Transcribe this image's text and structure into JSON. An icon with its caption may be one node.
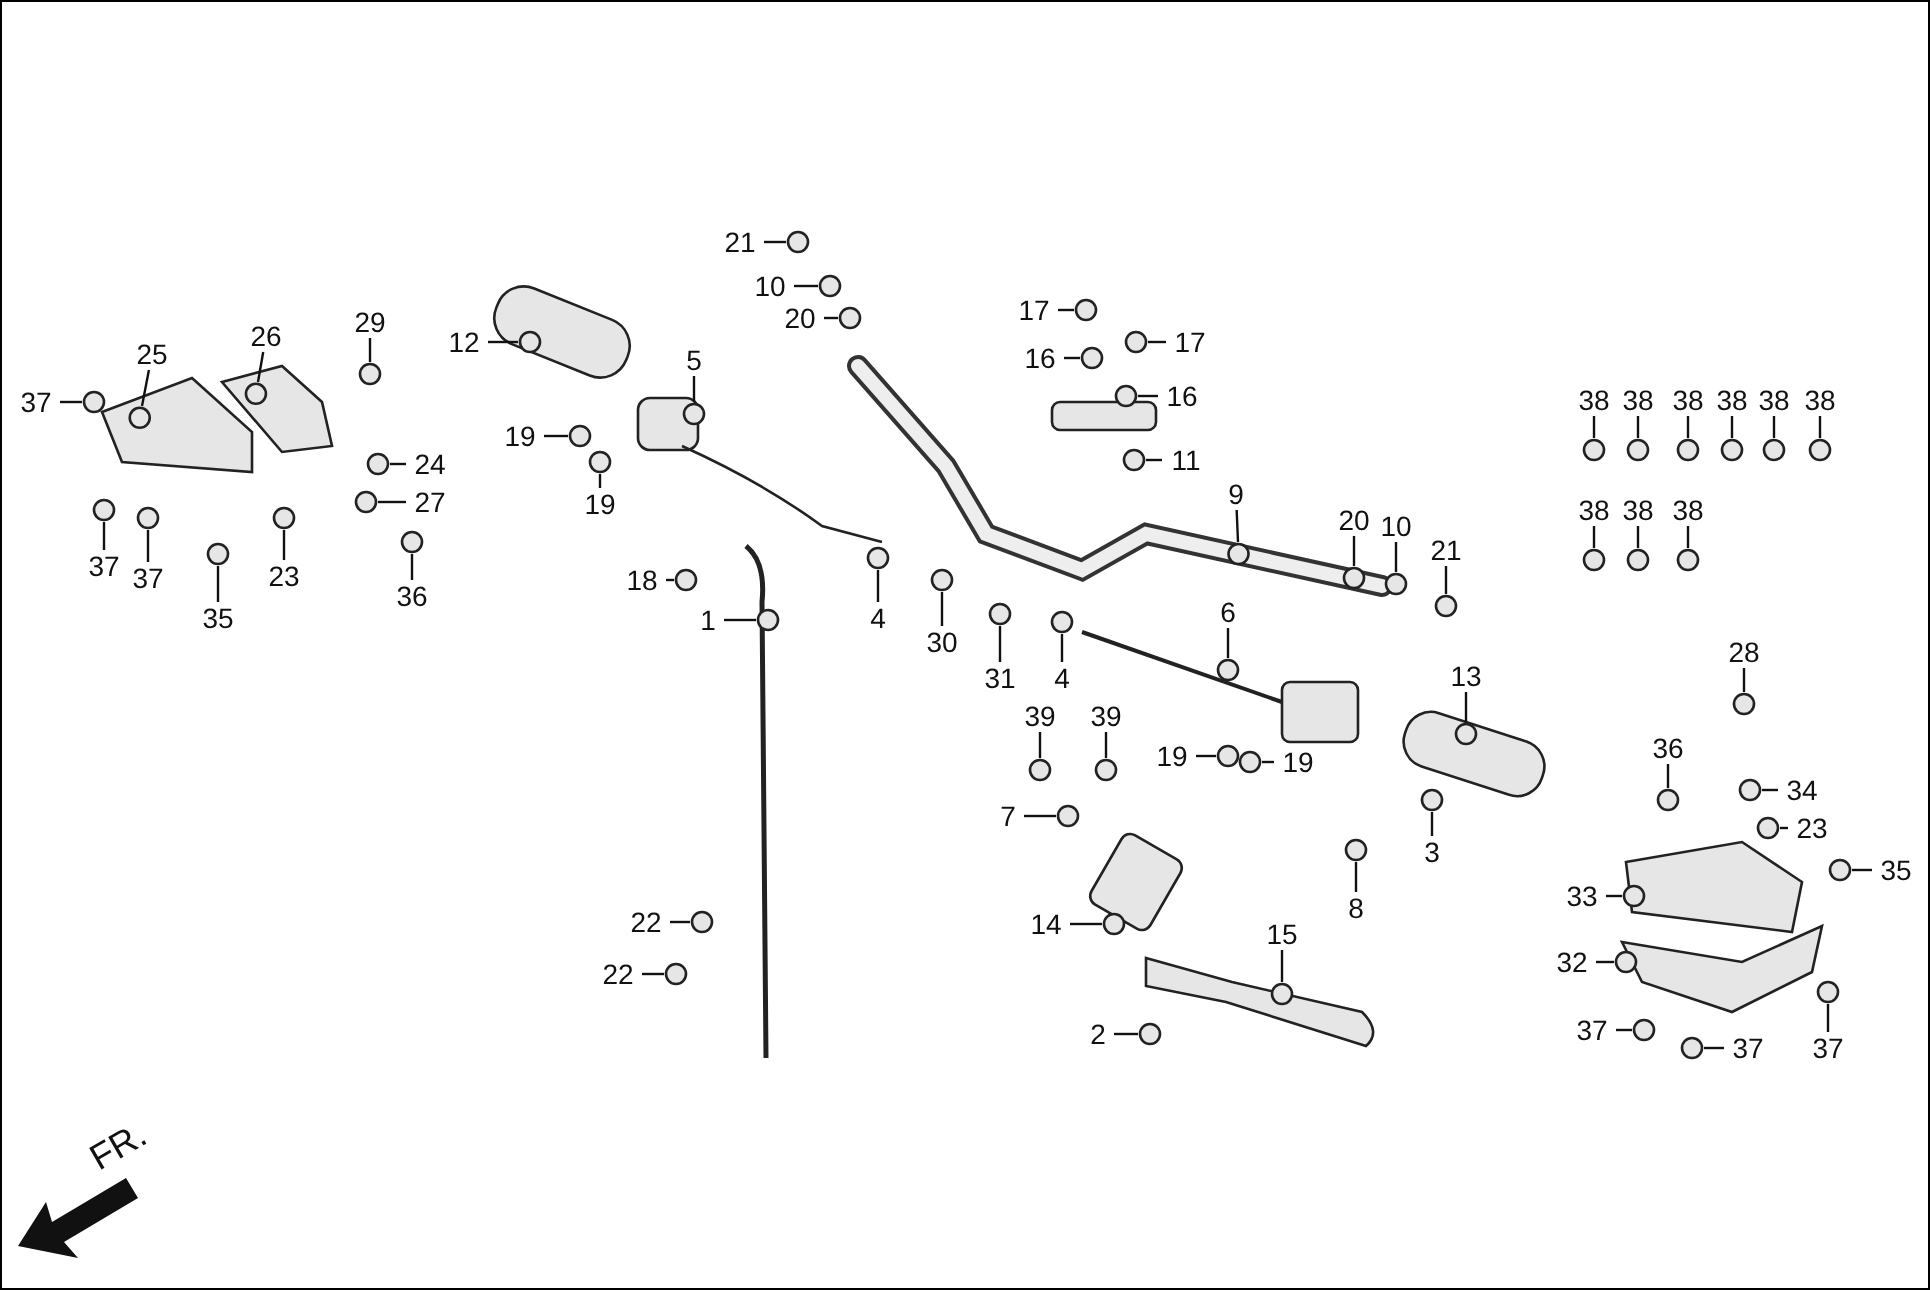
{
  "diagram": {
    "nodes": [
      {
        "text": [
          "37"
        ]
      },
      {
        "text": [
          "25"
        ]
      },
      {
        "text": [
          "26"
        ]
      },
      {
        "text": [
          "29"
        ]
      },
      {
        "text": [
          "24"
        ]
      },
      {
        "text": [
          "27"
        ]
      },
      {
        "text": [
          "37"
        ]
      },
      {
        "text": [
          "37"
        ]
      },
      {
        "text": [
          "35"
        ]
      },
      {
        "text": [
          "23"
        ]
      },
      {
        "text": [
          "36"
        ]
      },
      {
        "text": [
          "12"
        ]
      },
      {
        "text": [
          "5"
        ]
      },
      {
        "text": [
          "19"
        ]
      },
      {
        "text": [
          "19"
        ]
      },
      {
        "text": [
          "18"
        ]
      },
      {
        "text": [
          "1"
        ]
      },
      {
        "text": [
          "4"
        ]
      },
      {
        "text": [
          "21"
        ]
      },
      {
        "text": [
          "10"
        ]
      },
      {
        "text": [
          "20"
        ]
      },
      {
        "text": [
          "17"
        ]
      },
      {
        "text": [
          "17"
        ]
      },
      {
        "text": [
          "16"
        ]
      },
      {
        "text": [
          "16"
        ]
      },
      {
        "text": [
          "11"
        ]
      },
      {
        "text": [
          "9"
        ]
      },
      {
        "text": [
          "30"
        ]
      },
      {
        "text": [
          "31"
        ]
      },
      {
        "text": [
          "4"
        ]
      },
      {
        "text": [
          "20"
        ]
      },
      {
        "text": [
          "10"
        ]
      },
      {
        "text": [
          "21"
        ]
      },
      {
        "text": [
          "6"
        ]
      },
      {
        "text": [
          "13"
        ]
      },
      {
        "text": [
          "38"
        ]
      },
      {
        "text": [
          "38"
        ]
      },
      {
        "text": [
          "38"
        ]
      },
      {
        "text": [
          "38"
        ]
      },
      {
        "text": [
          "38"
        ]
      },
      {
        "text": [
          "38"
        ]
      },
      {
        "text": [
          "38"
        ]
      },
      {
        "text": [
          "38"
        ]
      },
      {
        "text": [
          "38"
        ]
      },
      {
        "text": [
          "28"
        ]
      },
      {
        "text": [
          "39"
        ]
      },
      {
        "text": [
          "39"
        ]
      },
      {
        "text": [
          "19"
        ]
      },
      {
        "text": [
          "19"
        ]
      },
      {
        "text": [
          "36"
        ]
      },
      {
        "text": [
          "34"
        ]
      },
      {
        "text": [
          "7"
        ]
      },
      {
        "text": [
          "3"
        ]
      },
      {
        "text": [
          "8"
        ]
      },
      {
        "text": [
          "23"
        ]
      },
      {
        "text": [
          "35"
        ]
      },
      {
        "text": [
          "14"
        ]
      },
      {
        "text": [
          "15"
        ]
      },
      {
        "text": [
          "33"
        ]
      },
      {
        "text": [
          "22"
        ]
      },
      {
        "text": [
          "22"
        ]
      },
      {
        "text": [
          "32"
        ]
      },
      {
        "text": [
          "2"
        ]
      },
      {
        "text": [
          "37"
        ]
      },
      {
        "text": [
          "37"
        ]
      },
      {
        "text": [
          "37"
        ]
      },
      {
        "text": [],
        "shape": "circle"
      },
      {
        "text": [],
        "shape": "circle"
      },
      {
        "text": [],
        "shape": "circle"
      },
      {
        "text": [],
        "shape": "circle"
      },
      {
        "text": [],
        "shape": "circle"
      },
      {
        "text": [],
        "shape": "circle"
      },
      {
        "text": [],
        "shape": "circle"
      },
      {
        "text": [],
        "shape": "circle"
      },
      {
        "text": [],
        "shape": "circle"
      },
      {
        "text": [],
        "shape": "circle"
      },
      {
        "text": [],
        "shape": "circle"
      },
      {
        "text": [],
        "shape": "circle"
      },
      {
        "text": [],
        "shape": "circle"
      },
      {
        "text": [],
        "shape": "circle"
      },
      {
        "text": [],
        "shape": "circle"
      },
      {
        "text": [],
        "shape": "circle"
      },
      {
        "text": [],
        "shape": "circle"
      },
      {
        "text": [],
        "shape": "circle"
      },
      {
        "text": [],
        "shape": "circle"
      },
      {
        "text": [],
        "shape": "circle"
      },
      {
        "text": [],
        "shape": "circle"
      },
      {
        "text": [],
        "shape": "circle"
      },
      {
        "text": [],
        "shape": "circle"
      },
      {
        "text": [],
        "shape": "circle"
      },
      {
        "text": [],
        "shape": "circle"
      },
      {
        "text": [],
        "shape": "circle"
      },
      {
        "text": [],
        "shape": "circle"
      },
      {
        "text": [],
        "shape": "circle"
      },
      {
        "text": [],
        "shape": "circle"
      },
      {
        "text": [],
        "shape": "circle"
      },
      {
        "text": [],
        "shape": "circle"
      },
      {
        "text": [],
        "shape": "circle"
      },
      {
        "text": [],
        "shape": "circle"
      },
      {
        "text": [],
        "shape": "circle"
      },
      {
        "text": [],
        "shape": "circle"
      },
      {
        "text": [],
        "shape": "circle"
      },
      {
        "text": [],
        "shape": "circle"
      },
      {
        "text": [],
        "shape": "circle"
      },
      {
        "text": [],
        "shape": "circle"
      },
      {
        "text": [],
        "shape": "circle"
      },
      {
        "text": [],
        "shape": "circle"
      },
      {
        "text": [],
        "shape": "circle"
      },
      {
        "text": [],
        "shape": "circle"
      },
      {
        "text": [],
        "shape": "circle"
      },
      {
        "text": [],
        "shape": "circle"
      },
      {
        "text": [],
        "shape": "circle"
      },
      {
        "text": [],
        "shape": "circle"
      },
      {
        "text": [],
        "shape": "circle"
      },
      {
        "text": [],
        "shape": "circle"
      },
      {
        "text": [],
        "shape": "circle"
      },
      {
        "text": [],
        "shape": "circle"
      },
      {
        "text": [],
        "shape": "circle"
      },
      {
        "text": [],
        "shape": "circle"
      },
      {
        "text": [],
        "shape": "circle"
      },
      {
        "text": [],
        "shape": "circle"
      },
      {
        "text": [],
        "shape": "circle"
      },
      {
        "text": [],
        "shape": "circle"
      },
      {
        "text": [],
        "shape": "circle"
      },
      {
        "text": [],
        "shape": "circle"
      },
      {
        "text": [],
        "shape": "circle"
      },
      {
        "text": [],
        "shape": "circle"
      },
      {
        "text": [],
        "shape": "circle"
      },
      {
        "text": [],
        "shape": "circle"
      },
      {
        "text": [],
        "shape": "circle"
      },
      {
        "text": [],
        "shape": "circle"
      },
      {
        "text": [],
        "shape": "circle"
      }
    ],
    "edges": [
      {
        "from": 0,
        "to": 66,
        "arrow": "none"
      },
      {
        "from": 1,
        "to": 67,
        "arrow": "none"
      },
      {
        "from": 2,
        "to": 68,
        "arrow": "none"
      },
      {
        "from": 3,
        "to": 69,
        "arrow": "none"
      },
      {
        "from": 4,
        "to": 70,
        "arrow": "none"
      },
      {
        "from": 5,
        "to": 71,
        "arrow": "none"
      },
      {
        "from": 6,
        "to": 72,
        "arrow": "none"
      },
      {
        "from": 7,
        "to": 73,
        "arrow": "none"
      },
      {
        "from": 8,
        "to": 74,
        "arrow": "none"
      },
      {
        "from": 9,
        "to": 75,
        "arrow": "none"
      },
      {
        "from": 10,
        "to": 76,
        "arrow": "none"
      },
      {
        "from": 11,
        "to": 77,
        "arrow": "none"
      },
      {
        "from": 12,
        "to": 78,
        "arrow": "none"
      },
      {
        "from": 13,
        "to": 79,
        "arrow": "none"
      },
      {
        "from": 14,
        "to": 80,
        "arrow": "none"
      },
      {
        "from": 15,
        "to": 81,
        "arrow": "none"
      },
      {
        "from": 16,
        "to": 82,
        "arrow": "none"
      },
      {
        "from": 17,
        "to": 83,
        "arrow": "none"
      },
      {
        "from": 18,
        "to": 84,
        "arrow": "none"
      },
      {
        "from": 19,
        "to": 85,
        "arrow": "none"
      },
      {
        "from": 20,
        "to": 86,
        "arrow": "none"
      },
      {
        "from": 21,
        "to": 87,
        "arrow": "none"
      },
      {
        "from": 22,
        "to": 88,
        "arrow": "none"
      },
      {
        "from": 23,
        "to": 89,
        "arrow": "none"
      },
      {
        "from": 24,
        "to": 90,
        "arrow": "none"
      },
      {
        "from": 25,
        "to": 91,
        "arrow": "none"
      },
      {
        "from": 26,
        "to": 92,
        "arrow": "none"
      },
      {
        "from": 27,
        "to": 93,
        "arrow": "none"
      },
      {
        "from": 28,
        "to": 94,
        "arrow": "none"
      },
      {
        "from": 29,
        "to": 95,
        "arrow": "none"
      },
      {
        "from": 30,
        "to": 96,
        "arrow": "none"
      },
      {
        "from": 31,
        "to": 97,
        "arrow": "none"
      },
      {
        "from": 32,
        "to": 98,
        "arrow": "none"
      },
      {
        "from": 33,
        "to": 99,
        "arrow": "none"
      },
      {
        "from": 34,
        "to": 100,
        "arrow": "none"
      },
      {
        "from": 35,
        "to": 101,
        "arrow": "none"
      },
      {
        "from": 36,
        "to": 102,
        "arrow": "none"
      },
      {
        "from": 37,
        "to": 103,
        "arrow": "none"
      },
      {
        "from": 38,
        "to": 104,
        "arrow": "none"
      },
      {
        "from": 39,
        "to": 105,
        "arrow": "none"
      },
      {
        "from": 40,
        "to": 106,
        "arrow": "none"
      },
      {
        "from": 41,
        "to": 107,
        "arrow": "none"
      },
      {
        "from": 42,
        "to": 108,
        "arrow": "none"
      },
      {
        "from": 43,
        "to": 109,
        "arrow": "none"
      },
      {
        "from": 44,
        "to": 110,
        "arrow": "none"
      },
      {
        "from": 45,
        "to": 111,
        "arrow": "none"
      },
      {
        "from": 46,
        "to": 112,
        "arrow": "none"
      },
      {
        "from": 47,
        "to": 113,
        "arrow": "none"
      },
      {
        "from": 48,
        "to": 114,
        "arrow": "none"
      },
      {
        "from": 49,
        "to": 115,
        "arrow": "none"
      },
      {
        "from": 50,
        "to": 116,
        "arrow": "none"
      },
      {
        "from": 51,
        "to": 117,
        "arrow": "none"
      },
      {
        "from": 52,
        "to": 118,
        "arrow": "none"
      },
      {
        "from": 53,
        "to": 119,
        "arrow": "none"
      },
      {
        "from": 54,
        "to": 120,
        "arrow": "none"
      },
      {
        "from": 55,
        "to": 121,
        "arrow": "none"
      },
      {
        "from": 56,
        "to": 122,
        "arrow": "none"
      },
      {
        "from": 57,
        "to": 123,
        "arrow": "none"
      },
      {
        "from": 58,
        "to": 124,
        "arrow": "none"
      },
      {
        "from": 59,
        "to": 125,
        "arrow": "none"
      },
      {
        "from": 60,
        "to": 126,
        "arrow": "none"
      },
      {
        "from": 61,
        "to": 127,
        "arrow": "none"
      },
      {
        "from": 62,
        "to": 128,
        "arrow": "none"
      },
      {
        "from": 63,
        "to": 129,
        "arrow": "none"
      },
      {
        "from": 64,
        "to": 130,
        "arrow": "none"
      },
      {
        "from": 65,
        "to": 131,
        "arrow": "none"
      }
    ],
    "labels": [
      "FR."
    ]
  }
}
